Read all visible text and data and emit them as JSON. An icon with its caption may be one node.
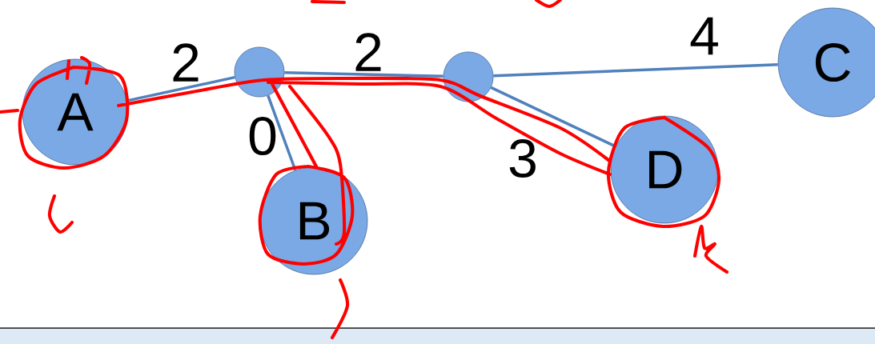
{
  "diagram": {
    "nodes": [
      {
        "text": [
          "A"
        ]
      },
      {
        "text": [],
        "shape": "circle"
      },
      {
        "text": [
          "B"
        ]
      },
      {
        "text": [],
        "shape": "circle"
      },
      {
        "text": [
          "D"
        ]
      },
      {
        "text": [
          "C"
        ]
      }
    ],
    "edges": [
      {
        "from": 0,
        "to": 1,
        "arrow": "none",
        "label": "2"
      },
      {
        "from": 1,
        "to": 2,
        "arrow": "none",
        "label": "0"
      },
      {
        "from": 1,
        "to": 3,
        "arrow": "none",
        "label": "2"
      },
      {
        "from": 3,
        "to": 5,
        "arrow": "none",
        "label": "4"
      },
      {
        "from": 3,
        "to": 4,
        "arrow": "none",
        "label": "3"
      }
    ]
  }
}
